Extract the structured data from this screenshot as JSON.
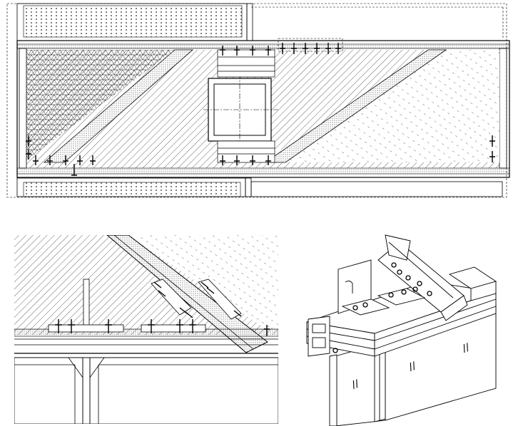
{
  "drawing": {
    "line_color": "#000000",
    "paper_color": "#ffffff",
    "panels": [
      {
        "name": "elevation",
        "description_visible": false
      },
      {
        "name": "detail-section",
        "description_visible": false
      },
      {
        "name": "isometric-view",
        "description_visible": false
      }
    ],
    "glass_marks": [
      "//",
      "//",
      "//"
    ]
  }
}
